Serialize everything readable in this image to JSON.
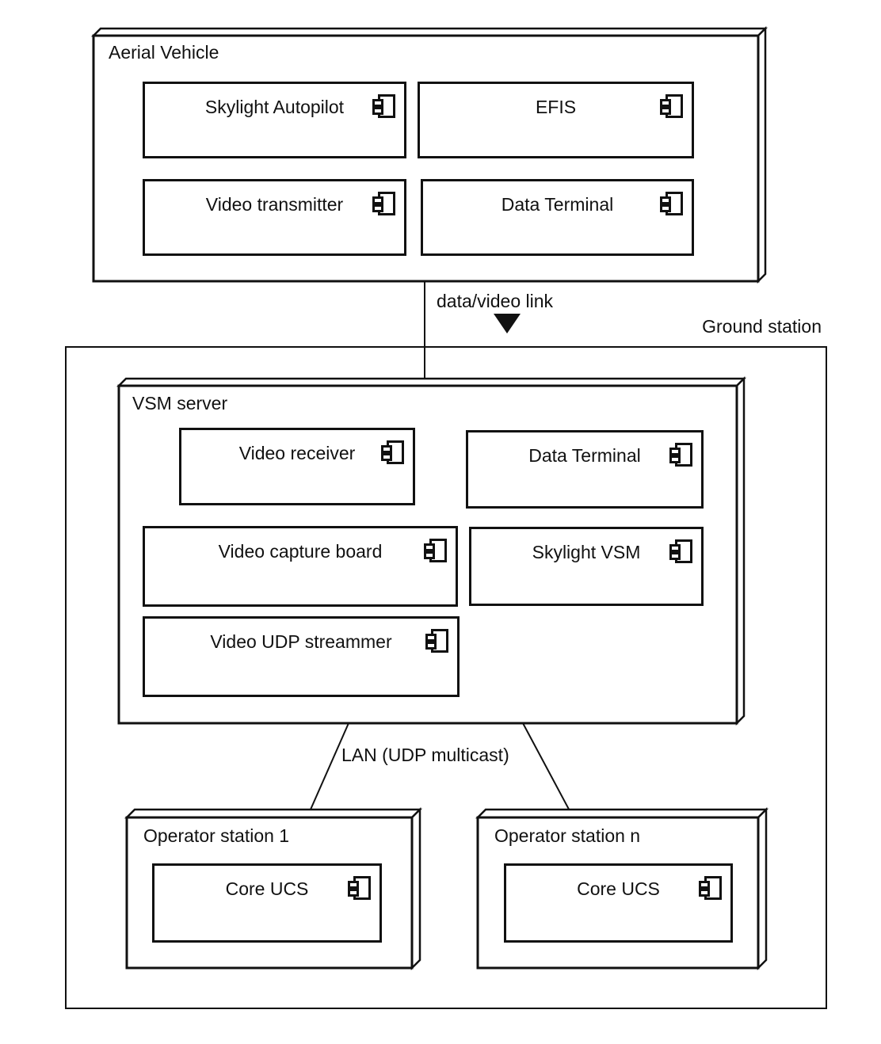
{
  "diagram": {
    "nodes": {
      "aerial_vehicle": {
        "label": "Aerial Vehicle",
        "components": {
          "skylight_autopilot": "Skylight Autopilot",
          "efis": "EFIS",
          "video_transmitter": "Video transmitter",
          "data_terminal": "Data Terminal"
        }
      },
      "ground_station": {
        "label": "Ground station"
      },
      "vsm_server": {
        "label": "VSM server",
        "components": {
          "video_receiver": "Video receiver",
          "data_terminal": "Data Terminal",
          "video_capture_board": "Video capture board",
          "skylight_vsm": "Skylight VSM",
          "video_udp_streammer": "Video UDP streammer"
        }
      },
      "operator_station_1": {
        "label": "Operator station 1",
        "components": {
          "core_ucs": "Core UCS"
        }
      },
      "operator_station_n": {
        "label": "Operator station n",
        "components": {
          "core_ucs": "Core UCS"
        }
      }
    },
    "connections": {
      "data_video_link": {
        "label": "data/video link"
      },
      "lan": {
        "label": "LAN (UDP multicast)"
      }
    },
    "colors": {
      "line": "#111111",
      "background": "#ffffff"
    }
  }
}
